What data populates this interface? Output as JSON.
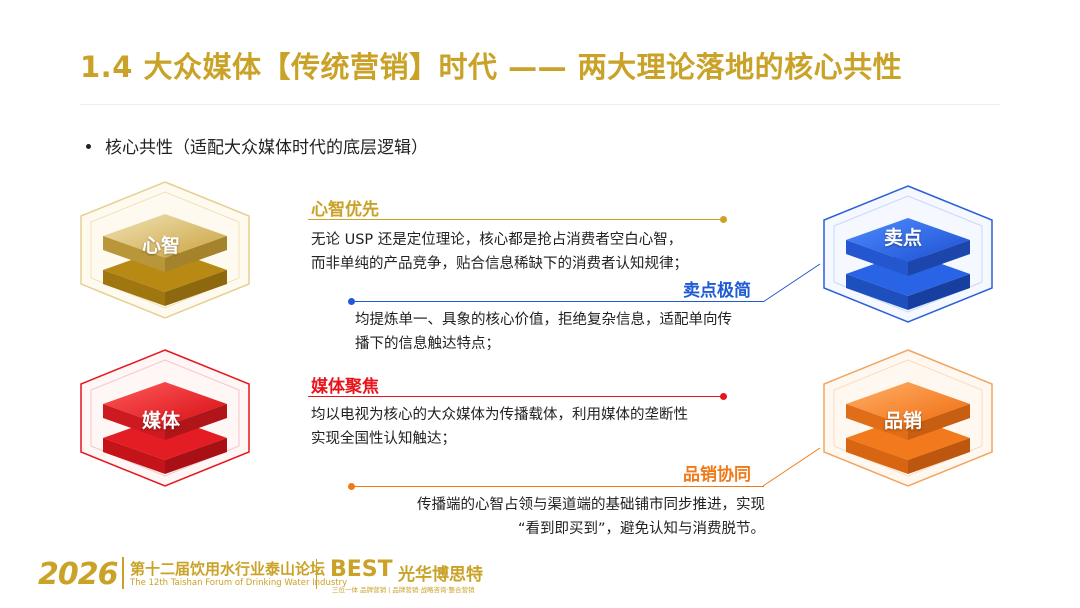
{
  "title": "1.4 大众媒体【传统营销】时代 —— 两大理论落地的核心共性",
  "bullet": "核心共性（适配大众媒体时代的底层逻辑）",
  "items": [
    {
      "hex_label": "心智",
      "heading": "心智优先",
      "lines": [
        "无论 USP 还是定位理论，核心都是抢占消费者空白心智，",
        "而非单纯的产品竞争，贴合信息稀缺下的消费者认知规律；"
      ],
      "color": "#c9a227"
    },
    {
      "hex_label": "卖点",
      "heading": "卖点极简",
      "lines": [
        "均提炼单一、具象的核心价值，拒绝复杂信息，适配单向传",
        "播下的信息触达特点；"
      ],
      "color": "#1f5bd6"
    },
    {
      "hex_label": "媒体",
      "heading": "媒体聚焦",
      "lines": [
        "均以电视为核心的大众媒体为传播载体，利用媒体的垄断性",
        "实现全国性认知触达；"
      ],
      "color": "#e8141c"
    },
    {
      "hex_label": "品销",
      "heading": "品销协同",
      "lines": [
        "传播端的心智占领与渠道端的基础铺市同步推进，实现",
        "“看到即买到”，避免认知与消费脱节。"
      ],
      "color": "#f07a1a"
    }
  ],
  "footer": {
    "year": "2026",
    "forum_cn": "第十二届饮用水行业泰山论坛",
    "forum_en": "The 12th Taishan Forum of Drinking Water Industry",
    "brand_logo": "BEST",
    "brand_cn": "光华博思特",
    "brand_tagline": "三位一体 品牌营销 | 品牌营销·战略咨询·整合营销"
  }
}
